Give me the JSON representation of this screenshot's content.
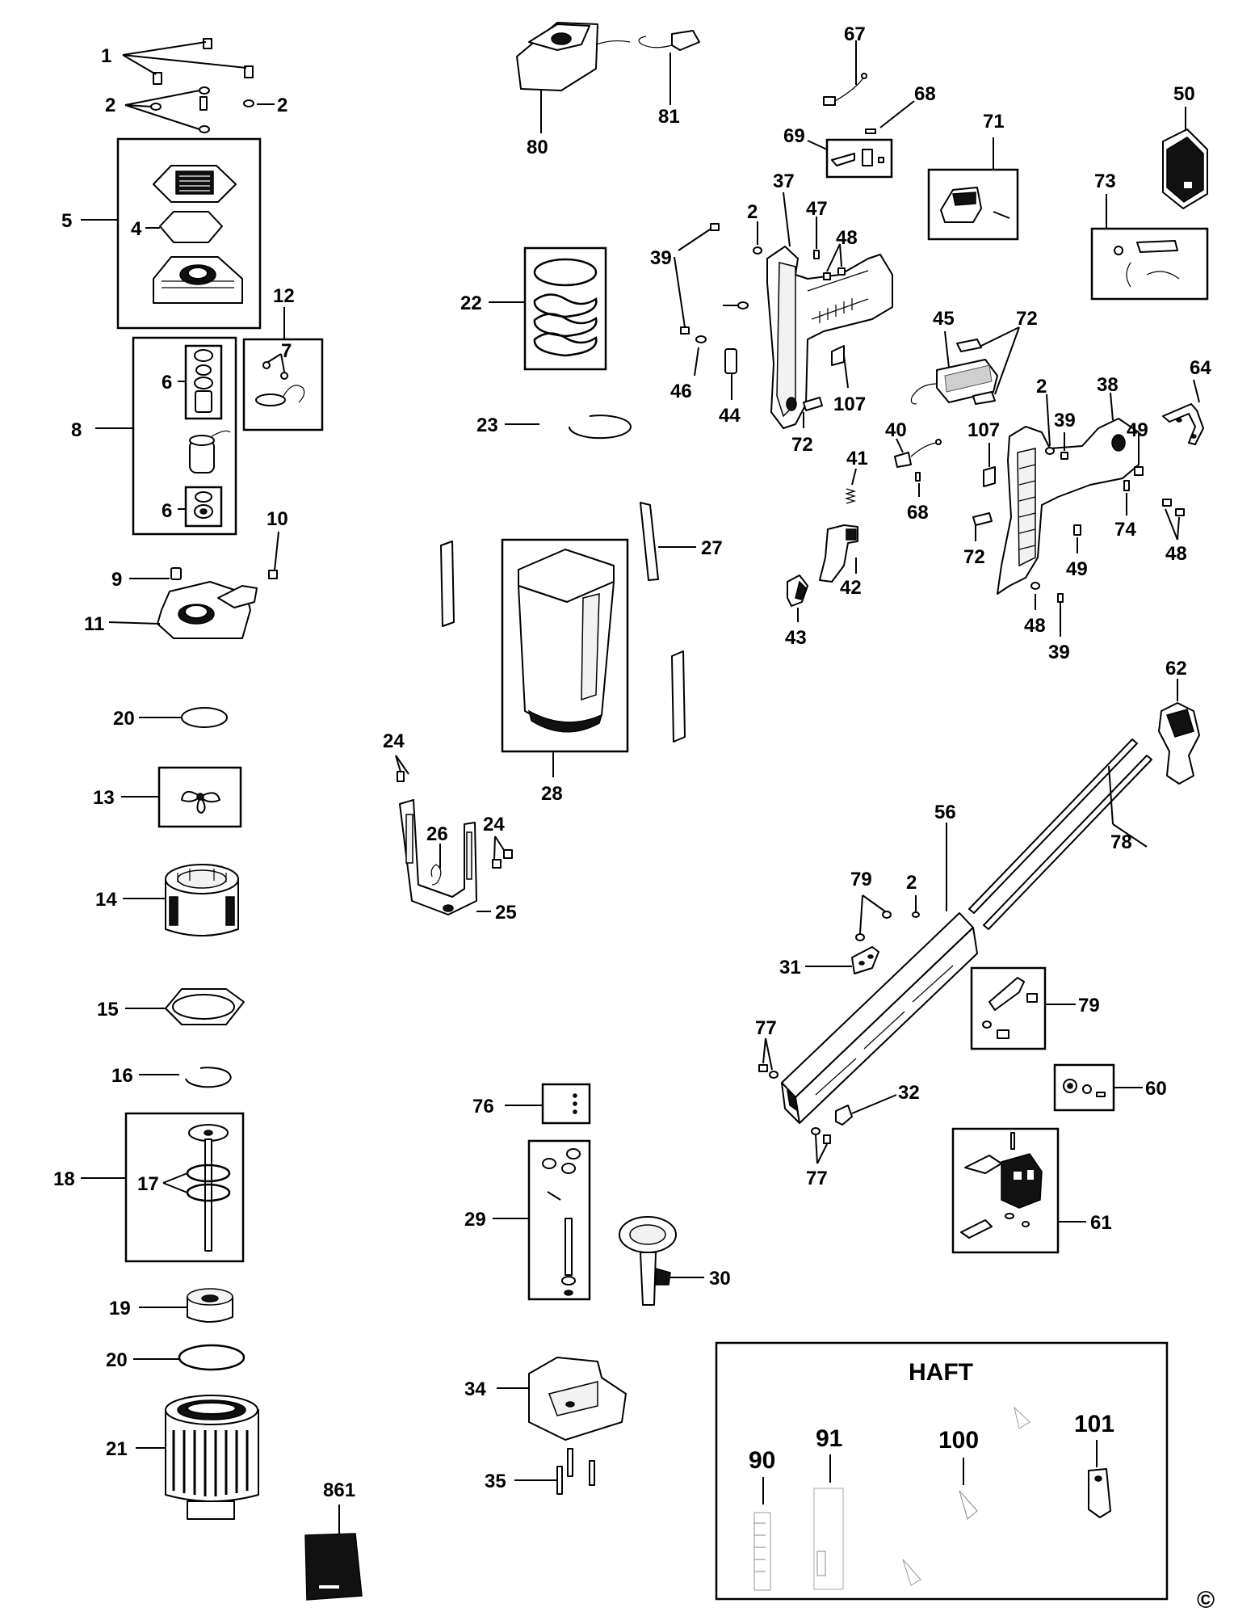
{
  "labels": {
    "l1": "1",
    "l2a": "2",
    "l2b": "2",
    "l4": "4",
    "l5": "5",
    "l6a": "6",
    "l6b": "6",
    "l7": "7",
    "l8": "8",
    "l9": "9",
    "l10": "10",
    "l11": "11",
    "l12": "12",
    "l13": "13",
    "l14": "14",
    "l15": "15",
    "l16": "16",
    "l17": "17",
    "l18": "18",
    "l19": "19",
    "l20a": "20",
    "l20b": "20",
    "l21": "21",
    "l22": "22",
    "l23": "23",
    "l24a": "24",
    "l24b": "24",
    "l25": "25",
    "l26": "26",
    "l27": "27",
    "l28": "28",
    "l29": "29",
    "l30": "30",
    "l31": "31",
    "l32": "32",
    "l34": "34",
    "l35": "35",
    "l37": "37",
    "l38": "38",
    "l39a": "39",
    "l39b": "39",
    "l39c": "39",
    "l40": "40",
    "l41": "41",
    "l42": "42",
    "l43": "43",
    "l44": "44",
    "l45": "45",
    "l46": "46",
    "l47": "47",
    "l48a": "48",
    "l48b": "48",
    "l48c": "48",
    "l49a": "49",
    "l49b": "49",
    "l50": "50",
    "l56": "56",
    "l60": "60",
    "l61": "61",
    "l62": "62",
    "l64": "64",
    "l67": "67",
    "l68a": "68",
    "l68b": "68",
    "l69": "69",
    "l71": "71",
    "l72a": "72",
    "l72b": "72",
    "l72c": "72",
    "l73": "73",
    "l74": "74",
    "l76": "76",
    "l77a": "77",
    "l77b": "77",
    "l78": "78",
    "l79a": "79",
    "l79b": "79",
    "l80": "80",
    "l81": "81",
    "l2c": "2",
    "l2d": "2",
    "l2e": "2",
    "l107a": "107",
    "l107b": "107",
    "l861": "861",
    "l90": "90",
    "l91": "91",
    "l100": "100",
    "l101": "101"
  },
  "haft": {
    "title": "HAFT"
  },
  "copyright": "©"
}
